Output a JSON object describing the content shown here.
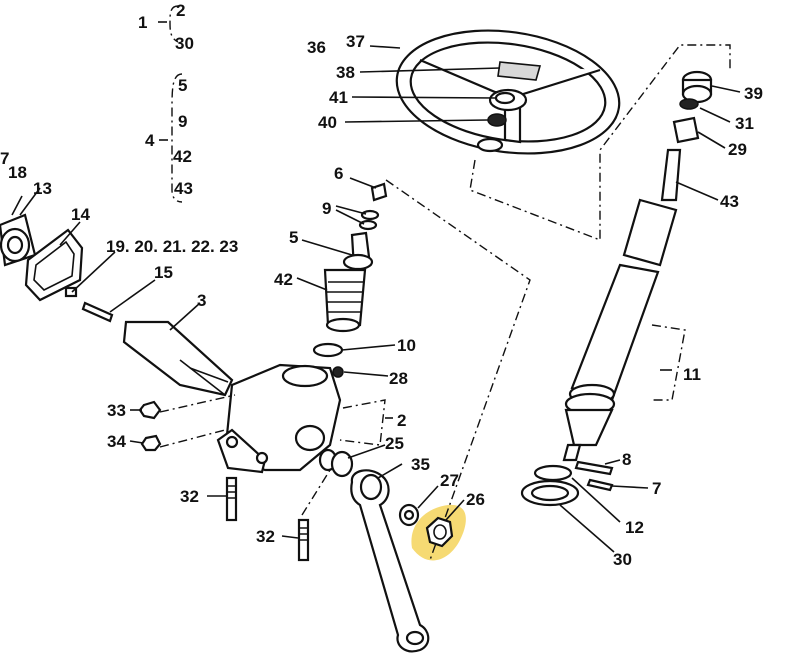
{
  "labels": {
    "l1": "1",
    "l2_top": "2",
    "l30_top": "30",
    "l36": "36",
    "l37": "37",
    "l38": "38",
    "l41": "41",
    "l40": "40",
    "l5_top": "5",
    "l9_top": "9",
    "l4": "4",
    "l42_top": "42",
    "l43_top": "43",
    "l39": "39",
    "l31": "31",
    "l29": "29",
    "l43": "43",
    "l7_left": "7",
    "l18": "18",
    "l13": "13",
    "l14": "14",
    "l19_23": "19. 20. 21. 22. 23",
    "l15": "15",
    "l6": "6",
    "l9": "9",
    "l5": "5",
    "l42": "42",
    "l3": "3",
    "l10": "10",
    "l28": "28",
    "l2": "2",
    "l25": "25",
    "l11": "11",
    "l33": "33",
    "l34": "34",
    "l35": "35",
    "l27": "27",
    "l26": "26",
    "l8": "8",
    "l7": "7",
    "l12": "12",
    "l32_a": "32",
    "l32_b": "32",
    "l30": "30"
  },
  "colors": {
    "ink": "#111111",
    "highlight": "#f5d35a",
    "background": "#ffffff"
  }
}
